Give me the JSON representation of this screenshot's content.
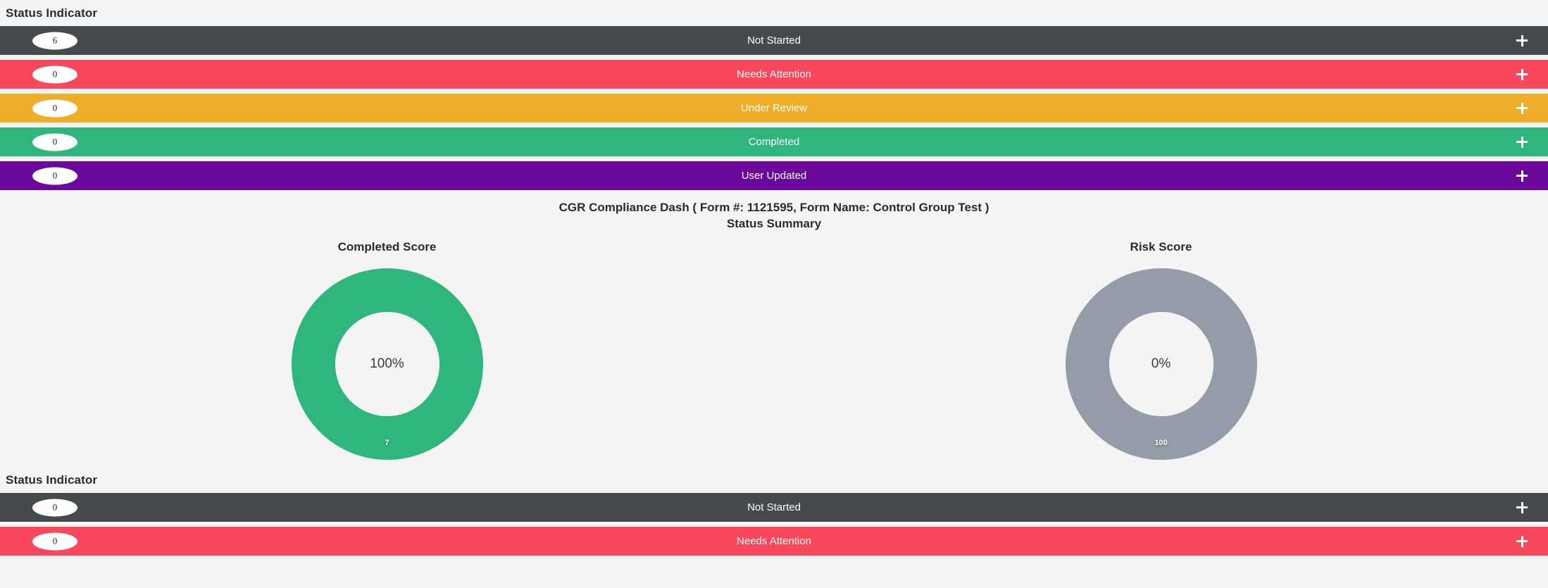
{
  "theme": {
    "page_background": "#f4f4f4",
    "not_started_color": "#454a4d",
    "needs_attention_color": "#f9485b",
    "under_review_color": "#efae29",
    "completed_color": "#2eb67d",
    "user_updated_color": "#6b089b",
    "risk_color": "#949caa",
    "badge_background": "#ffffff",
    "heading_color": "#2b2b2b"
  },
  "top_status_section": {
    "heading": "Status Indicator",
    "add_icon": "plus-icon",
    "rows": [
      {
        "label": "Not Started",
        "count": "6",
        "color": "#454a4d"
      },
      {
        "label": "Needs Attention",
        "count": "0",
        "color": "#f9485b"
      },
      {
        "label": "Under Review",
        "count": "0",
        "color": "#efae29"
      },
      {
        "label": "Completed",
        "count": "0",
        "color": "#2eb67d"
      },
      {
        "label": "User Updated",
        "count": "0",
        "color": "#6b089b"
      }
    ]
  },
  "dashboard": {
    "title": "CGR Compliance Dash ( Form #: 1121595, Form Name: Control Group Test )",
    "subtitle": "Status Summary",
    "form_number": "1121595",
    "form_name": "Control Group Test"
  },
  "chart_data": [
    {
      "type": "pie",
      "title": "Completed Score",
      "center_label": "100%",
      "categories": [
        "Completed"
      ],
      "values": [
        7
      ],
      "value_labels": [
        "7"
      ],
      "colors": [
        "#2eb67d"
      ],
      "percent": 100,
      "donut": true,
      "legend": "none"
    },
    {
      "type": "pie",
      "title": "Risk Score",
      "center_label": "0%",
      "categories": [
        "Risk"
      ],
      "values": [
        100
      ],
      "value_labels": [
        "100"
      ],
      "colors": [
        "#949caa"
      ],
      "percent": 0,
      "donut": true,
      "legend": "none"
    }
  ],
  "bottom_status_section": {
    "heading": "Status Indicator",
    "add_icon": "plus-icon",
    "rows": [
      {
        "label": "Not Started",
        "count": "0",
        "color": "#454a4d"
      },
      {
        "label": "Needs Attention",
        "count": "0",
        "color": "#f9485b"
      }
    ]
  }
}
